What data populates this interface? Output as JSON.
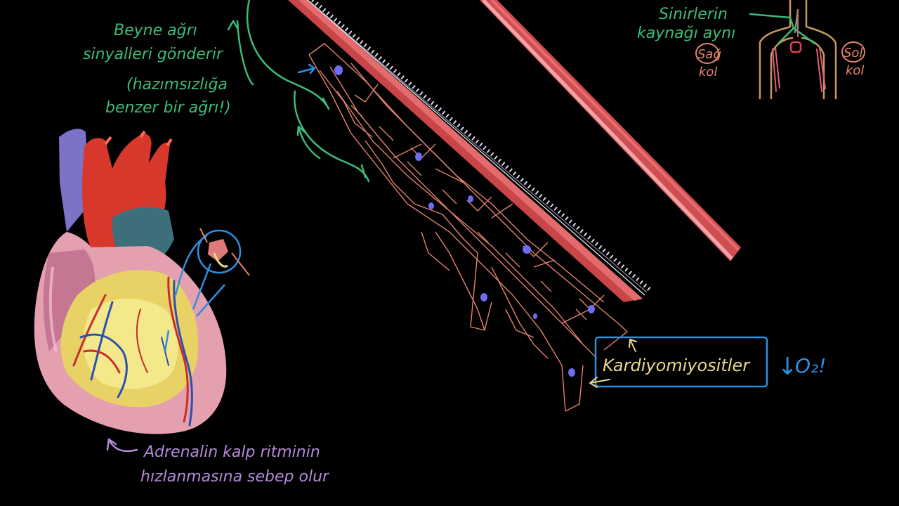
{
  "notes": {
    "brain_line1": "Beyne ağrı",
    "brain_line2": "sinyalleri gönderir",
    "brain_line3": "(hazımsızlığa",
    "brain_line4": "benzer bir ağrı!)",
    "nerves_line1": "Sinirlerin",
    "nerves_line2": "kaynağı aynı",
    "right_arm_1": "Sağ",
    "right_arm_2": "kol",
    "left_arm_1": "Sol",
    "left_arm_2": "kol",
    "cells_label": "Kardiyomiyositler",
    "oxygen_arrow": "↓",
    "oxygen_label": "O₂!",
    "adrenaline_line1": "Adrenalin kalp ritminin",
    "adrenaline_line2": "hızlanmasına sebep olur"
  },
  "colors": {
    "background": "#000000",
    "green_ink": "#3dbb7a",
    "blue_ink": "#2d8fe0",
    "purple_ink": "#b58ad9",
    "salmon_ink": "#e4826e",
    "yellow_ink": "#e8d98a",
    "artery": "#d9585a",
    "artery_light": "#f2a5a8"
  }
}
